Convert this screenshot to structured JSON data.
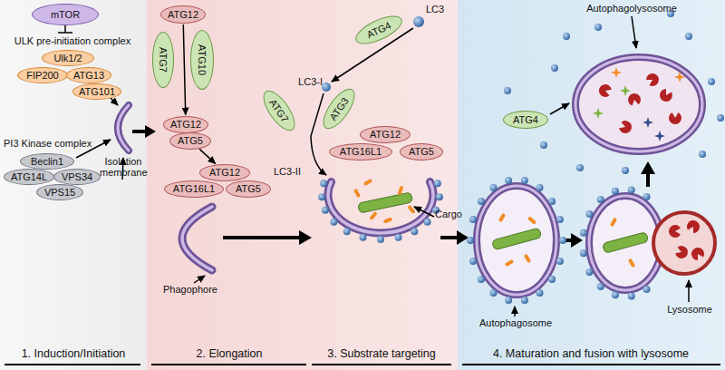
{
  "diagram": {
    "nodes": [
      {
        "text": [
          "mTOR"
        ]
      },
      {
        "text": [
          "Ulk1/2"
        ]
      },
      {
        "text": [
          "FIP200"
        ]
      },
      {
        "text": [
          "ATG13"
        ]
      },
      {
        "text": [
          "ATG101"
        ]
      },
      {
        "text": [
          "Beclin1"
        ]
      },
      {
        "text": [
          "ATG14L"
        ]
      },
      {
        "text": [
          "VPS34"
        ]
      },
      {
        "text": [
          "VPS15"
        ]
      },
      {
        "text": [
          "ATG12"
        ]
      },
      {
        "text": [
          "ATG7"
        ]
      },
      {
        "text": [
          "ATG10"
        ]
      },
      {
        "text": [
          "ATG12"
        ]
      },
      {
        "text": [
          "ATG5"
        ]
      },
      {
        "text": [
          "ATG12"
        ]
      },
      {
        "text": [
          "ATG16L1"
        ]
      },
      {
        "text": [
          "ATG5"
        ]
      },
      {
        "text": [
          "ATG4"
        ]
      },
      {
        "text": [
          "ATG7"
        ]
      },
      {
        "text": [
          "ATG3"
        ]
      },
      {
        "text": [
          "ATG12"
        ]
      },
      {
        "text": [
          "ATG16L1"
        ]
      },
      {
        "text": [
          "ATG5"
        ]
      },
      {
        "text": [
          "ATG4"
        ]
      }
    ],
    "edges": [
      {
        "from": 9,
        "to": 12,
        "arrow": "to"
      },
      {
        "from": 13,
        "to": 14,
        "arrow": "to"
      }
    ],
    "labels": [
      "ULK pre-initiation complex",
      "PI3 Kinase complex",
      "Isolation membrane",
      "Phagophore",
      "LC3",
      "LC3-I",
      "LC3-II",
      "Cargo",
      "Autophagosome",
      "Autophagolysosome",
      "Lysosome",
      "1. Induction/Initiation",
      "2. Elongation",
      "3. Substrate targeting",
      "4. Maturation and fusion with lysosome"
    ]
  }
}
